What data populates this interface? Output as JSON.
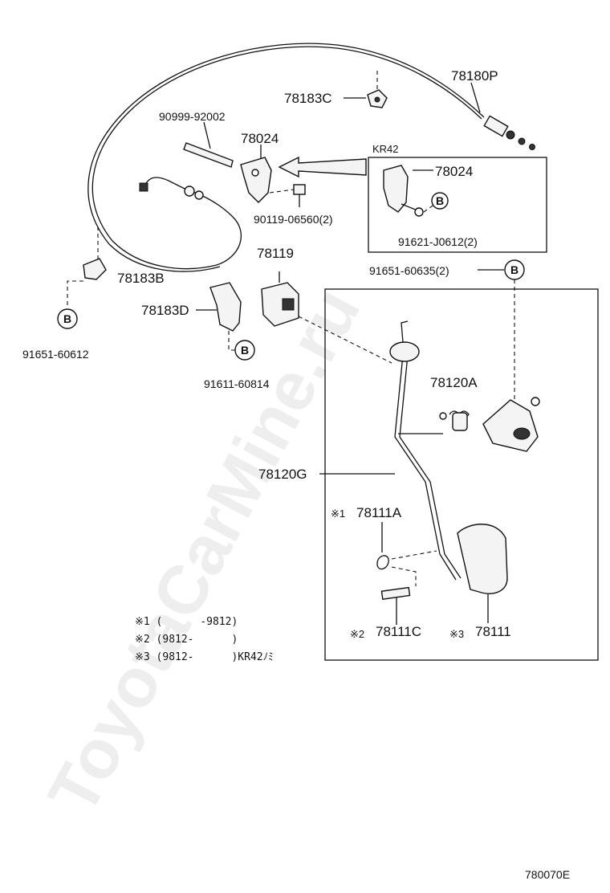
{
  "watermark": "ToyotaCarMine.ru",
  "figure_id": "780070E",
  "kr42_title": "KR42",
  "circle_letter": "B",
  "labels": {
    "p78180P": "78180P",
    "p78183C": "78183C",
    "p90999": "90999-92002",
    "p78024": "78024",
    "p78024_kr": "78024",
    "p90119": "90119-06560(2)",
    "p91621": "91621-J0612(2)",
    "p91651_635": "91651-60635(2)",
    "p78119": "78119",
    "p78183B": "78183B",
    "p91651_612": "91651-60612",
    "p78183D": "78183D",
    "p91611": "91611-60814",
    "p78120A": "78120A",
    "p78120G": "78120G",
    "p78111A": "78111A",
    "p78111C": "78111C",
    "p78111": "78111"
  },
  "marks": {
    "m1": "※1",
    "m2": "※2",
    "m3": "※3"
  },
  "notes": [
    "※1 (      -9812)",
    "※2 (9812-      )",
    "※3 (9812-      )KR42ﾉﾐ"
  ]
}
